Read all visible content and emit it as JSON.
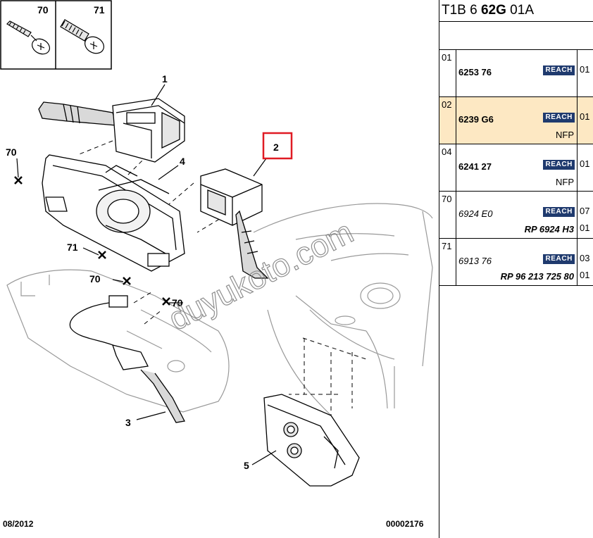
{
  "diagram": {
    "inset_labels": [
      "70",
      "71"
    ],
    "callouts": [
      "1",
      "2",
      "3",
      "4",
      "5",
      "70",
      "71",
      "70",
      "70"
    ],
    "watermark": "duyukoto.com",
    "footer_date": "08/2012",
    "footer_code": "00002176",
    "highlight_color": "#e01b24"
  },
  "panel": {
    "header_prefix": "T1B 6 ",
    "header_bold": "62G",
    "header_suffix": " 01A",
    "selected_bg": "#fde8c3",
    "rows": [
      {
        "idx": "01",
        "ref": "6253 76",
        "badge": "REACH",
        "qty": "01",
        "note": "",
        "qty2": ""
      },
      {
        "idx": "02",
        "ref": "6239 G6",
        "badge": "REACH",
        "qty": "01",
        "note": "NFP",
        "qty2": ""
      },
      {
        "idx": "04",
        "ref": "6241 27",
        "badge": "REACH",
        "qty": "01",
        "note": "NFP",
        "qty2": ""
      },
      {
        "idx": "70",
        "ref": "6924 E0",
        "badge": "REACH",
        "qty": "07",
        "note": "RP 6924 H3",
        "qty2": "01"
      },
      {
        "idx": "71",
        "ref": "6913 76",
        "badge": "REACH",
        "qty": "03",
        "note": "RP 96 213 725 80",
        "qty2": "01"
      }
    ]
  }
}
